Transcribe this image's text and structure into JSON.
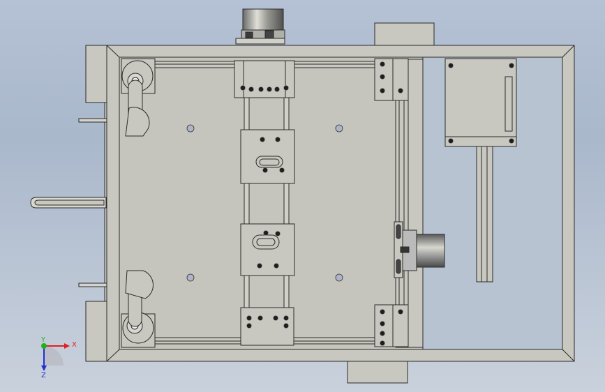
{
  "viewport": {
    "background_top": "#b5c1d4",
    "background_bottom": "#c9d1dc"
  },
  "model": {
    "part_fill": "#c8c8c0",
    "plate_fill": "#c5c5bd",
    "edge_color": "#2a2a2a",
    "highlight": "#ecece6",
    "motor_colors": [
      "#8c8c8c",
      "#d8d8d0"
    ]
  },
  "triad": {
    "x_label": "X",
    "y_label": "Y",
    "z_label": "Z",
    "x_color": "#e02020",
    "y_color": "#20b020",
    "z_color": "#2030d0",
    "origin_icon": "coordinate-triad-icon"
  }
}
